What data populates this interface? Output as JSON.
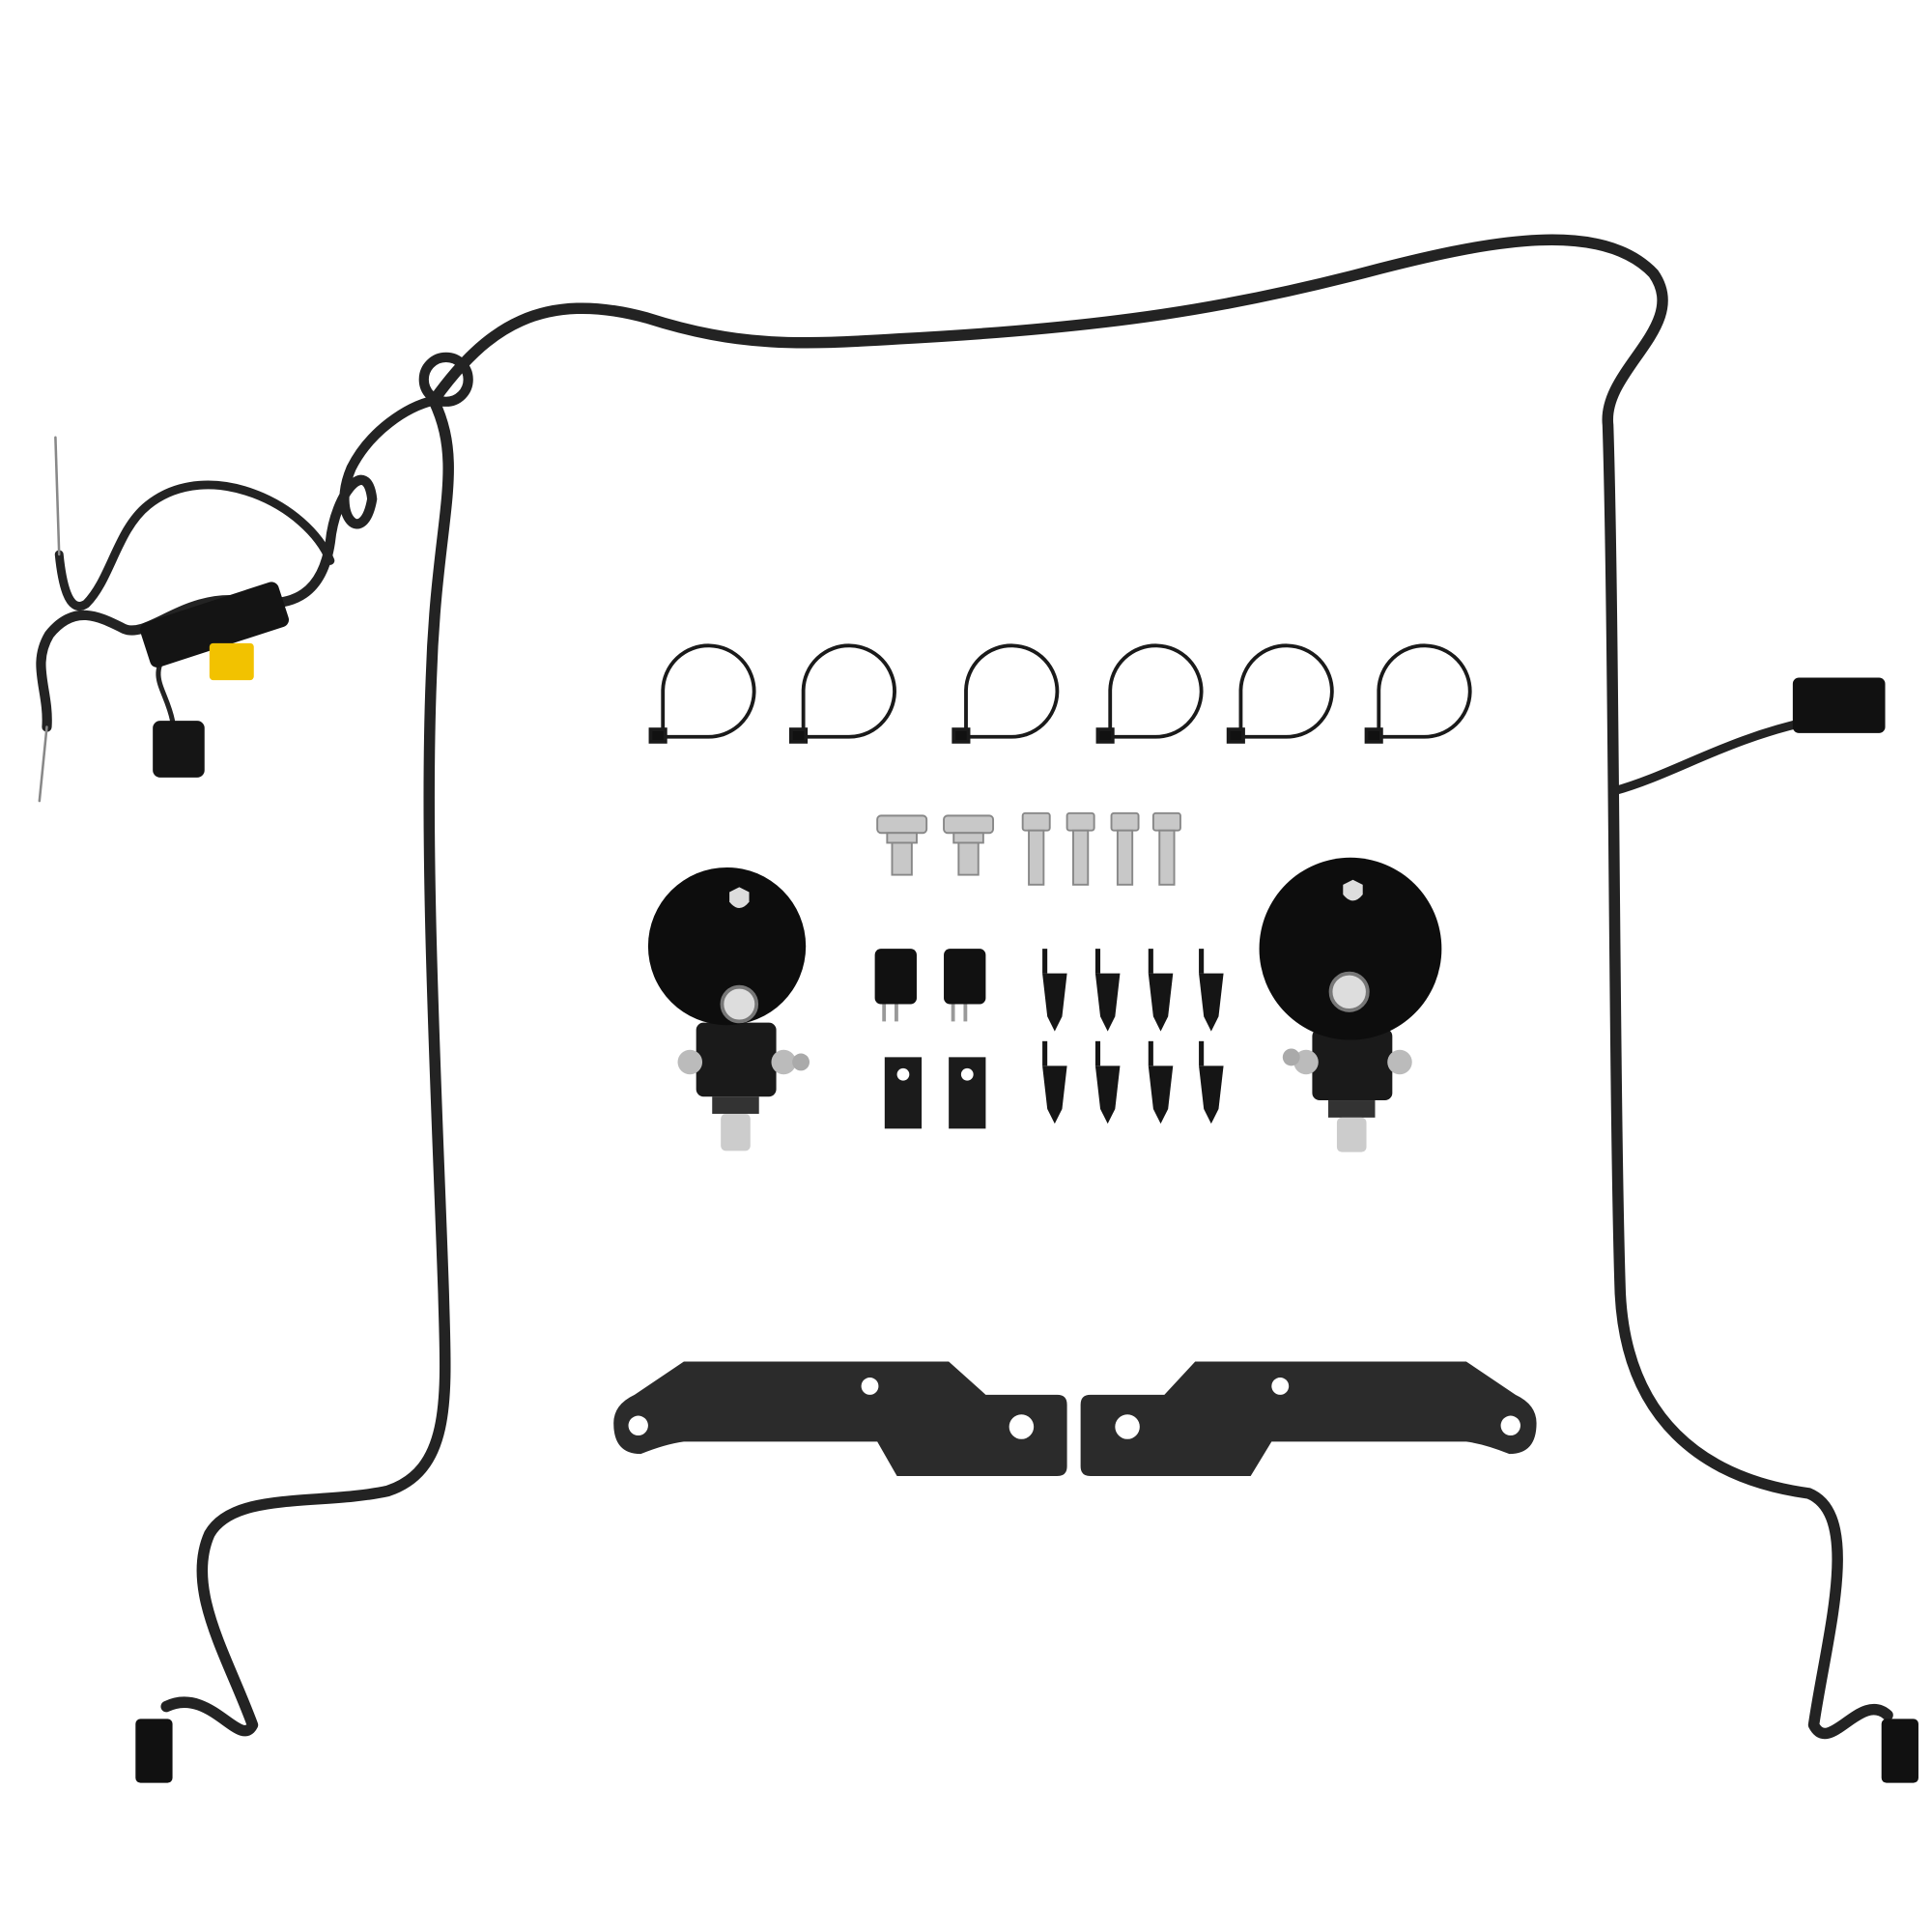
{
  "colors": {
    "background": "#ffffff",
    "wire": "#232323",
    "hardware_black": "#111111",
    "bracket": "#2b2b2b",
    "fuse": "#f2c200",
    "metal": "#c8c8c8"
  },
  "items": {
    "zip_ties": 6,
    "flange_bolts": 2,
    "long_bolts": 4,
    "lights": 2,
    "connectors": 2,
    "clips": 2,
    "push_pins": 8,
    "mount_brackets": 2
  }
}
